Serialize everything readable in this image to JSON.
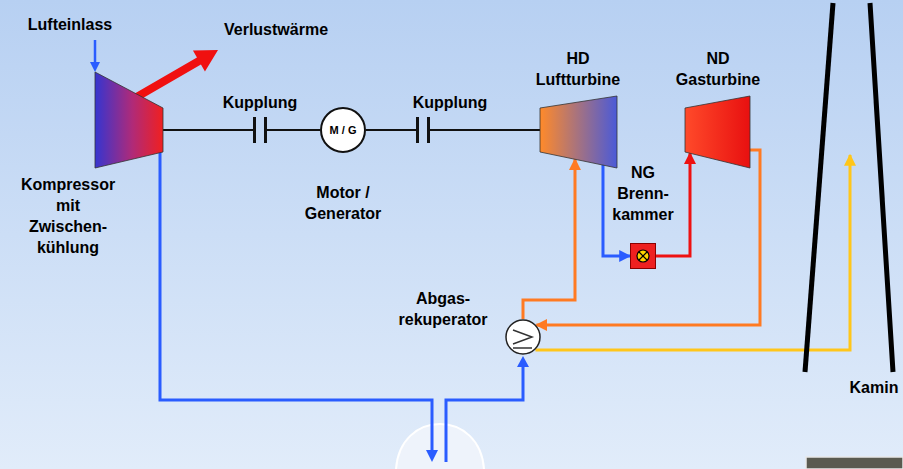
{
  "diagram": {
    "nodes": [
      {
        "text": [
          "Kompressor mit Zwischen- kühlung"
        ]
      },
      {
        "text": [
          "M / G",
          "Motor / Generator"
        ]
      },
      {
        "text": [
          "HD Luftturbine"
        ]
      },
      {
        "text": [
          "ND Gasturbine"
        ]
      },
      {
        "text": [
          "NG Brenn- kammer"
        ]
      },
      {
        "text": [
          "Abgas- rekuperator"
        ]
      },
      {
        "text": [
          "Kamin"
        ]
      }
    ],
    "edges": [
      {
        "from": 0,
        "to": 1,
        "arrow": "none"
      },
      {
        "from": 1,
        "to": 2,
        "arrow": "none"
      },
      {
        "from": 2,
        "to": 4,
        "arrow": "to"
      },
      {
        "from": 4,
        "to": 3,
        "arrow": "to"
      },
      {
        "from": 3,
        "to": 5,
        "arrow": "to"
      },
      {
        "from": 5,
        "to": 2,
        "arrow": "to"
      },
      {
        "from": 5,
        "to": 6,
        "arrow": "to"
      }
    ],
    "labels": [
      "Lufteinlass",
      "Verlustwärme",
      "Kupplung",
      "Kupplung"
    ]
  }
}
